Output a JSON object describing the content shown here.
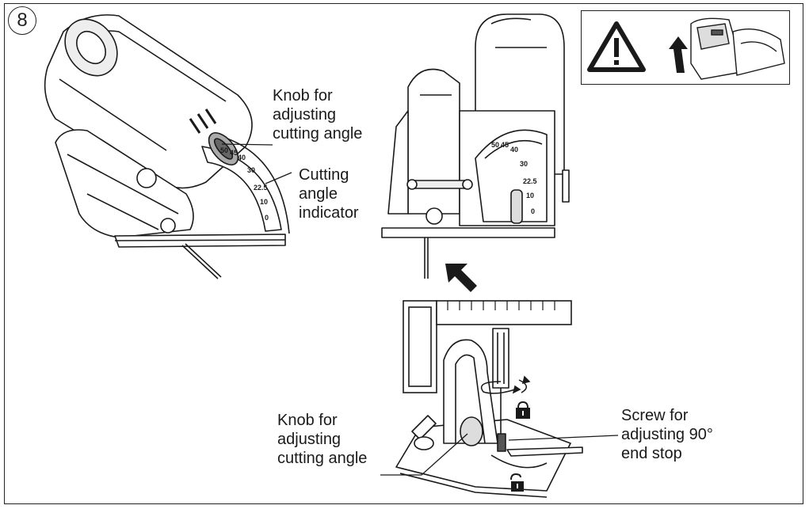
{
  "step_number": "8",
  "labels": {
    "knob_top": [
      "Knob for",
      "adjusting",
      "cutting angle"
    ],
    "angle_indicator": [
      "Cutting",
      "angle",
      "indicator"
    ],
    "knob_bottom": [
      "Knob for",
      "adjusting",
      "cutting angle"
    ],
    "screw_stop": [
      "Screw for",
      "adjusting 90°",
      "end stop"
    ]
  },
  "scale_marks_left": [
    "50",
    "45",
    "40",
    "30",
    "22.5",
    "10",
    "0"
  ],
  "scale_marks_right": [
    "50",
    "45",
    "40",
    "30",
    "22.5",
    "10",
    "0"
  ],
  "icons": {
    "warning": "warning-triangle-icon",
    "arrow_up": "arrow-up-icon",
    "arrow_diag": "arrow-up-left-icon",
    "lock": "lock-icon",
    "unlock": "unlock-icon",
    "rotate": "rotate-arrows-icon"
  },
  "colors": {
    "line": "#1a1a1a",
    "fill": "#ffffff",
    "shade": "#dcdcdc",
    "dark": "#3a3a3a"
  }
}
